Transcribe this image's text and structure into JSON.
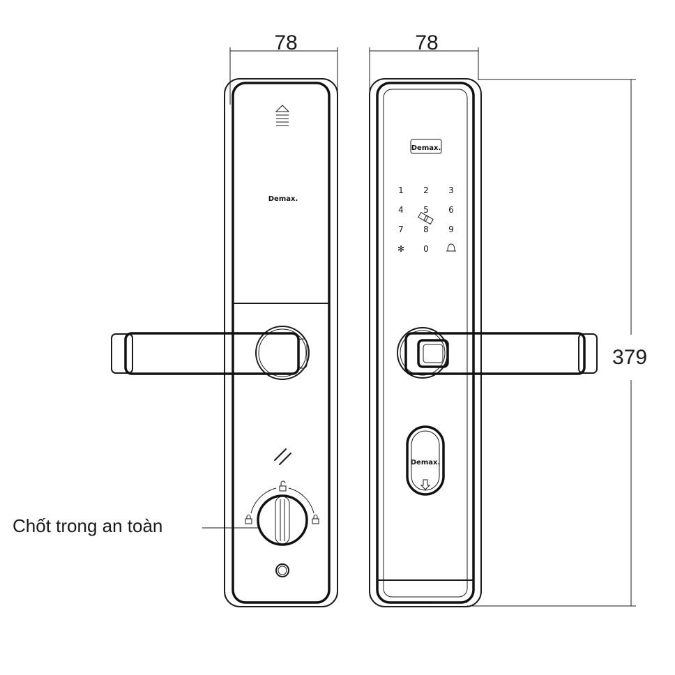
{
  "dimensions": {
    "front_width": "78",
    "back_width": "78",
    "height": "379"
  },
  "callout": {
    "label": "Chốt trong an toàn"
  },
  "brand": {
    "logo_text": "Demax."
  },
  "keypad": {
    "keys": [
      "1",
      "2",
      "3",
      "4",
      "5",
      "6",
      "7",
      "8",
      "9",
      "*",
      "0",
      "bell"
    ]
  },
  "icons": [
    "eject-icon",
    "fingerprint-sensor-icon",
    "card-reader-icon",
    "lock-icon",
    "unlock-icon",
    "key-slot-arrow-icon"
  ]
}
